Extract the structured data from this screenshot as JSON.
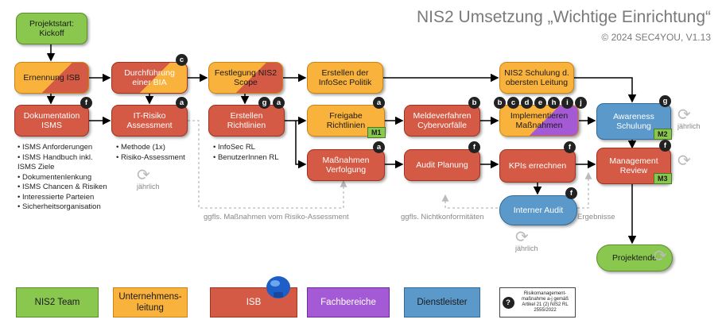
{
  "header": {
    "title": "NIS2 Umsetzung „Wichtige Einrichtung“",
    "subtitle": "© 2024 SEC4YOU, V1.13"
  },
  "nodes": {
    "projektstart": "Projektstart: Kickoff",
    "ernennung_isb": "Ernennung ISB",
    "bia": "Durchführung einer BIA",
    "scope": "Festlegung NIS2 Scope",
    "infosec_politik": "Erstellen der InfoSec Politik",
    "schulung_leitung": "NIS2 Schulung d. obersten Leitung",
    "dokumentation_isms": "Dokumentation ISMS",
    "it_risiko": "IT-Risiko Assessment",
    "richtlinien": "Erstellen Richtlinien",
    "freigabe": "Freigabe Richtlinien",
    "meldeverfahren": "Meldeverfahren Cybervorfälle",
    "implementieren": "Implementieren Maßnahmen",
    "awareness": "Awareness Schulung",
    "massnahmen_verfolgung": "Maßnahmen Verfolgung",
    "audit_planung": "Audit Planung",
    "kpis": "KPIs errechnen",
    "management_review": "Management Review",
    "interner_audit": "Interner Audit",
    "projektende": "Projektende"
  },
  "badges": {
    "bia": "c",
    "dokumentation_isms": "f",
    "it_risiko": "a",
    "richtlinien_1": "g",
    "richtlinien_2": "a",
    "freigabe": "a",
    "meldeverfahren": "b",
    "impl_1": "b",
    "impl_2": "c",
    "impl_3": "d",
    "impl_4": "e",
    "impl_5": "h",
    "impl_6": "i",
    "impl_7": "j",
    "awareness": "g",
    "massnahmen_verfolgung": "a",
    "audit_planung": "f",
    "kpis": "f",
    "management_review": "f",
    "interner_audit": "f"
  },
  "milestones": {
    "freigabe": "M1",
    "awareness": "M2",
    "management_review": "M3"
  },
  "lists": {
    "isms": [
      "ISMS Anforderungen",
      "ISMS Handbuch inkl. ISMS Ziele",
      "Dokumentenlenkung",
      "ISMS Chancen & Risiken",
      "Interessierte Parteien",
      "Sicherheitsorganisation"
    ],
    "risiko": [
      "Methode (1x)",
      "Risiko-Assessment"
    ],
    "richtlinien": [
      "InfoSec RL",
      "BenutzerInnen RL"
    ]
  },
  "cycle_label": "jährlich",
  "annotations": {
    "massnahmen_risiko": "ggfls. Maßnahmen vom Risiko-Assessment",
    "nichtkonformitaeten": "ggfls. Nichtkonformitäten",
    "ergebnisse": "Ergebnisse"
  },
  "legend": {
    "nis2_team": "NIS2 Team",
    "unternehmensleitung": "Unternehmens-leitung",
    "isb": "ISB",
    "fachbereiche": "Fachbereiche",
    "dienstleister": "Dienstleister",
    "note_badge": "?",
    "note_text": "Risikomanagement-maßnahme a-j gemäß Artikel 21 (2) NIS2 RL 2555/2022"
  },
  "colors": {
    "green": "#8ac74f",
    "orange": "#f9b23b",
    "red": "#d45a45",
    "purple": "#a35ad4",
    "blue": "#5b99cb",
    "arrow": "#000000",
    "dashed": "#bbbbbb"
  }
}
